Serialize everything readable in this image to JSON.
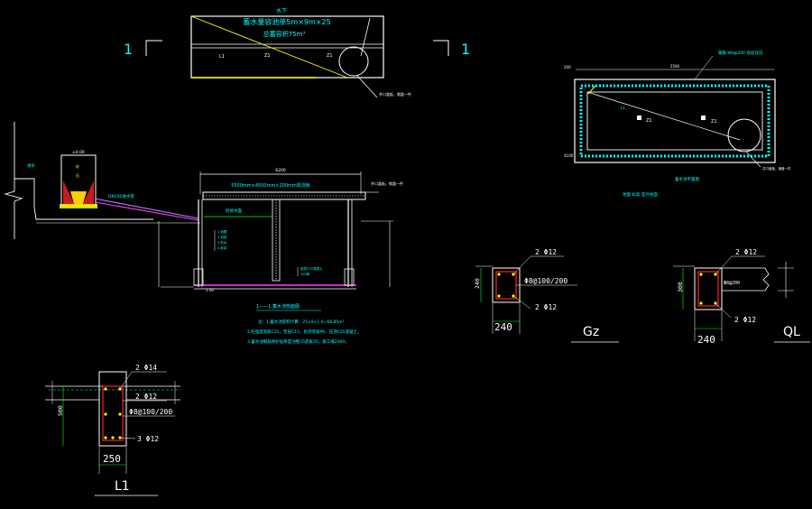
{
  "colors": {
    "background": "#000000",
    "white": "#ffffff",
    "cyan": "#00ffff",
    "yellow": "#ffff00",
    "red": "#ff2020",
    "green": "#00ff00",
    "magenta": "#ff40ff",
    "purple": "#b080ff"
  },
  "plan_top": {
    "line1": "水下",
    "line2": "蓄水量容池单5m×9m×25",
    "line3": "总蓄容积75m³",
    "label_l1": "L1",
    "label_z1a": "Z1",
    "label_z1b": "Z1",
    "leader_note": "井口盖板，钢盖一件"
  },
  "section_marks": {
    "left_num": "1",
    "right_num": "1"
  },
  "section_view": {
    "title": "1——1   蓄水池剖面图",
    "overall_dim": "6200",
    "top_dim_text": "5500mm×4500mm×200mm现浇板",
    "right_note": "井口盖板，钢盖一件",
    "left_tank_top": "±0.00",
    "left_inlet_label": "进水",
    "pipe_note": "DN150进水管",
    "level_label": "检修水面",
    "note_lines": [
      "1.池壁",
      "2.池底",
      "3.防水",
      "4.砂浆"
    ],
    "bottom_note1": "垫层C15混凝土",
    "bottom_note2": "100厚",
    "bottom_mark": "1.00"
  },
  "notes": {
    "n1": "注：1.蓄水池容积计算：25×9×1.0=68.85m³",
    "n2": "2.砼强度等级C25，垫层C15，抗渗等级P6，压顶C25混凝土。",
    "n3": "3.蓄水池钢筋保护层厚度池壁25底板35，施工缝2000。"
  },
  "plan_right": {
    "dim_top": "5500",
    "left_dim_top": "200",
    "left_dim_bottom": "4100",
    "top_note": "钢筋 Φ8@200 双层双向",
    "label_z1": "Z1",
    "label_l1": "L1",
    "label_pit": "Z1",
    "leader_note": "井口盖板，钢盖一件",
    "title": "蓄水池平面图",
    "subtitle": "地面 标高 室外地面"
  },
  "gz_detail": {
    "top_rebar": "2 Φ12",
    "bottom_rebar": "2 Φ12",
    "stirrup": "Φ8@100/200",
    "height": "240",
    "width": "240",
    "title": "Gz"
  },
  "ql_detail": {
    "top_rebar": "2 Φ12",
    "bottom_rebar": "2 Φ12",
    "stirrup": "Φ8@200",
    "height": "300",
    "width": "240",
    "title": "QL"
  },
  "l1_detail": {
    "top_rebar": "2 Φ14",
    "mid_rebar": "2 Φ12",
    "stirrup": "Φ8@100/200",
    "bottom_rebar": "3 Φ12",
    "height": "500",
    "width": "250",
    "title": "L1"
  }
}
